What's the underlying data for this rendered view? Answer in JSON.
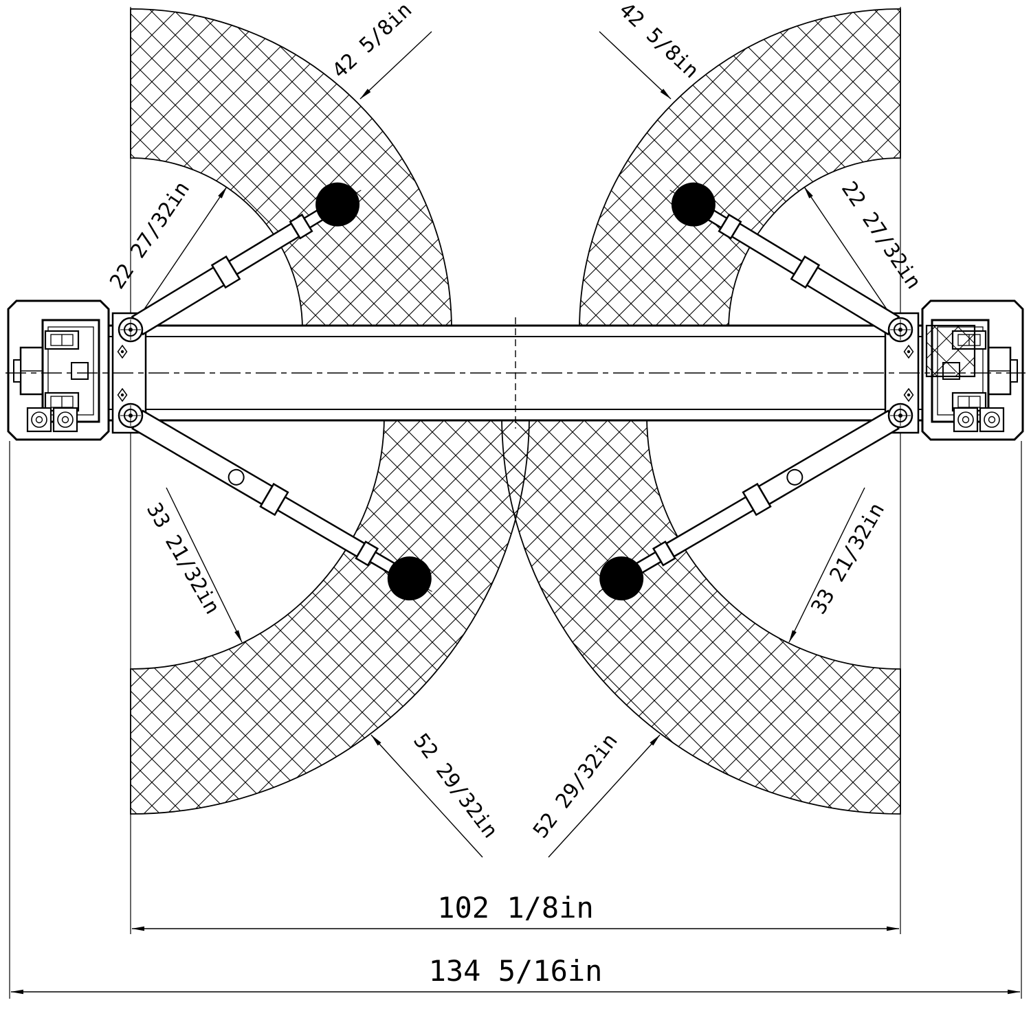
{
  "dims": {
    "short_arm_outer_left": "42 5/8in",
    "short_arm_outer_right": "42 5/8in",
    "short_arm_inner_left": "22 27/32in",
    "short_arm_inner_right": "22 27/32in",
    "long_arm_inner_left": "33 21/32in",
    "long_arm_inner_right": "33 21/32in",
    "long_arm_outer_left": "52 29/32in",
    "long_arm_outer_right": "52 29/32in",
    "width_inner": "102 1/8in",
    "width_overall": "134 5/16in"
  },
  "colors": {
    "line": "#000000",
    "background": "#ffffff"
  }
}
